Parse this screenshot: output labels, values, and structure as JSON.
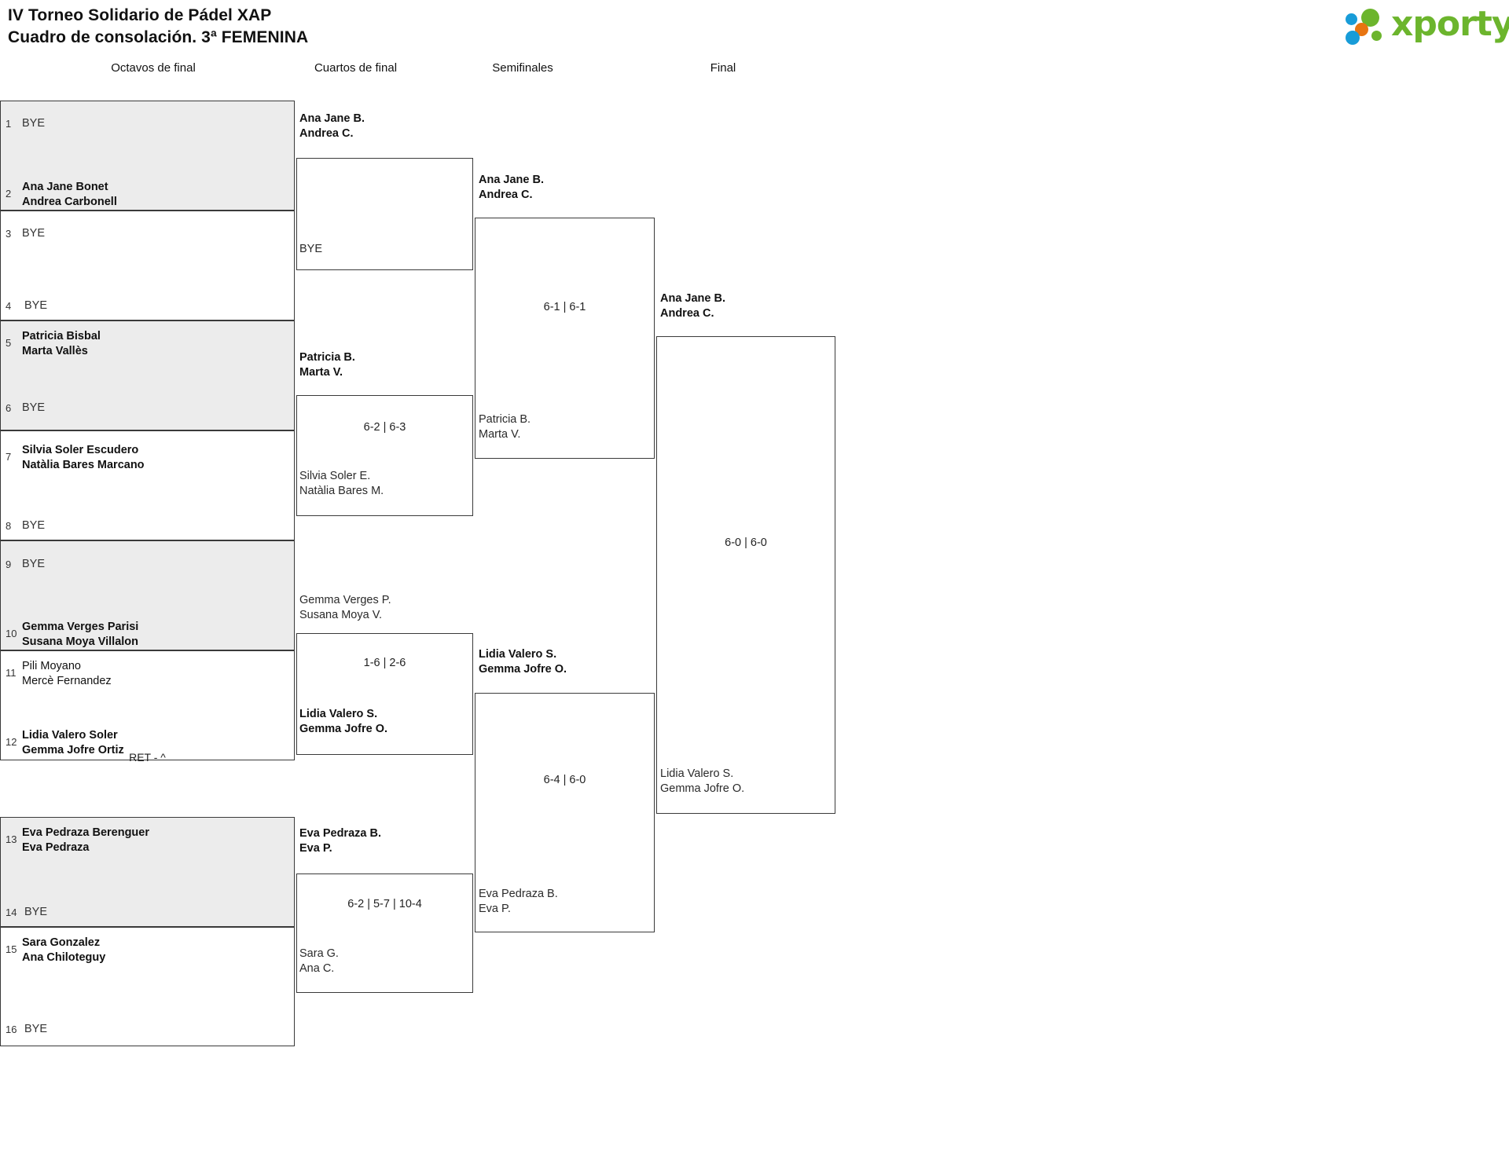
{
  "header": {
    "title_line1": "IV Torneo Solidario de Pádel XAP",
    "title_line2": "Cuadro de consolación. 3ª FEMENINA",
    "logo_text": "xporty",
    "logo_colors": {
      "green": "#6cb52d",
      "blue": "#189cd8",
      "orange": "#e87511"
    }
  },
  "rounds": [
    {
      "label": "Octavos de final"
    },
    {
      "label": "Cuartos de final"
    },
    {
      "label": "Semifinales"
    },
    {
      "label": "Final"
    }
  ],
  "round1": {
    "slots": [
      {
        "seed": "1",
        "bye": true,
        "name1": "BYE",
        "name2": "",
        "winner": false
      },
      {
        "seed": "2",
        "bye": false,
        "name1": "Ana Jane Bonet",
        "name2": "Andrea Carbonell",
        "winner": true
      },
      {
        "seed": "3",
        "bye": true,
        "name1": "BYE",
        "name2": "",
        "winner": false
      },
      {
        "seed": "4",
        "bye": true,
        "name1": "BYE",
        "name2": "",
        "winner": false
      },
      {
        "seed": "5",
        "bye": false,
        "name1": "Patricia Bisbal",
        "name2": "Marta Vallès",
        "winner": true
      },
      {
        "seed": "6",
        "bye": true,
        "name1": "BYE",
        "name2": "",
        "winner": false
      },
      {
        "seed": "7",
        "bye": false,
        "name1": "Silvia Soler Escudero",
        "name2": "Natàlia Bares Marcano",
        "winner": true
      },
      {
        "seed": "8",
        "bye": true,
        "name1": "BYE",
        "name2": "",
        "winner": false
      },
      {
        "seed": "9",
        "bye": true,
        "name1": "BYE",
        "name2": "",
        "winner": false
      },
      {
        "seed": "10",
        "bye": false,
        "name1": "Gemma Verges Parisi",
        "name2": "Susana Moya Villalon",
        "winner": true
      },
      {
        "seed": "11",
        "bye": false,
        "name1": "Pili Moyano",
        "name2": "Mercè Fernandez",
        "winner": false
      },
      {
        "seed": "12",
        "bye": false,
        "name1": "Lidia Valero Soler",
        "name2": "Gemma Jofre Ortiz",
        "winner": true
      },
      {
        "seed": "13",
        "bye": false,
        "name1": "Eva Pedraza Berenguer",
        "name2": "Eva Pedraza",
        "winner": true
      },
      {
        "seed": "14",
        "bye": true,
        "name1": "BYE",
        "name2": "",
        "winner": false
      },
      {
        "seed": "15",
        "bye": false,
        "name1": "Sara Gonzalez",
        "name2": "Ana Chiloteguy",
        "winner": true
      },
      {
        "seed": "16",
        "bye": true,
        "name1": "BYE",
        "name2": "",
        "winner": false
      }
    ],
    "scores": [
      {
        "pair": 6,
        "text": "RET - ^"
      }
    ]
  },
  "round2": {
    "matches": [
      {
        "top": {
          "name1": "Ana Jane B.",
          "name2": "Andrea C.",
          "winner": true
        },
        "bottom": {
          "name1": "BYE",
          "name2": "",
          "winner": false
        },
        "score": ""
      },
      {
        "top": {
          "name1": "Patricia B.",
          "name2": "Marta V.",
          "winner": true
        },
        "bottom": {
          "name1": "Silvia Soler E.",
          "name2": "Natàlia Bares M.",
          "winner": false
        },
        "score": "6-2 | 6-3"
      },
      {
        "top": {
          "name1": "Gemma Verges P.",
          "name2": "Susana Moya V.",
          "winner": false
        },
        "bottom": {
          "name1": "Lidia Valero S.",
          "name2": "Gemma Jofre O.",
          "winner": true
        },
        "score": "1-6 | 2-6"
      },
      {
        "top": {
          "name1": "Eva Pedraza B.",
          "name2": "Eva P.",
          "winner": true
        },
        "bottom": {
          "name1": "Sara G.",
          "name2": "Ana C.",
          "winner": false
        },
        "score": "6-2 | 5-7 | 10-4"
      }
    ]
  },
  "round3": {
    "matches": [
      {
        "top": {
          "name1": "Ana Jane B.",
          "name2": "Andrea C.",
          "winner": true
        },
        "bottom": {
          "name1": "Patricia B.",
          "name2": "Marta V.",
          "winner": false
        },
        "score": "6-1 | 6-1"
      },
      {
        "top": {
          "name1": "Lidia Valero S.",
          "name2": "Gemma Jofre O.",
          "winner": true
        },
        "bottom": {
          "name1": "Eva Pedraza B.",
          "name2": "Eva P.",
          "winner": false
        },
        "score": "6-4 | 6-0"
      }
    ]
  },
  "round4": {
    "matches": [
      {
        "top": {
          "name1": "Ana Jane B.",
          "name2": "Andrea C.",
          "winner": true
        },
        "bottom": {
          "name1": "Lidia Valero S.",
          "name2": "Gemma Jofre O.",
          "winner": false
        },
        "score": "6-0 | 6-0"
      }
    ]
  }
}
